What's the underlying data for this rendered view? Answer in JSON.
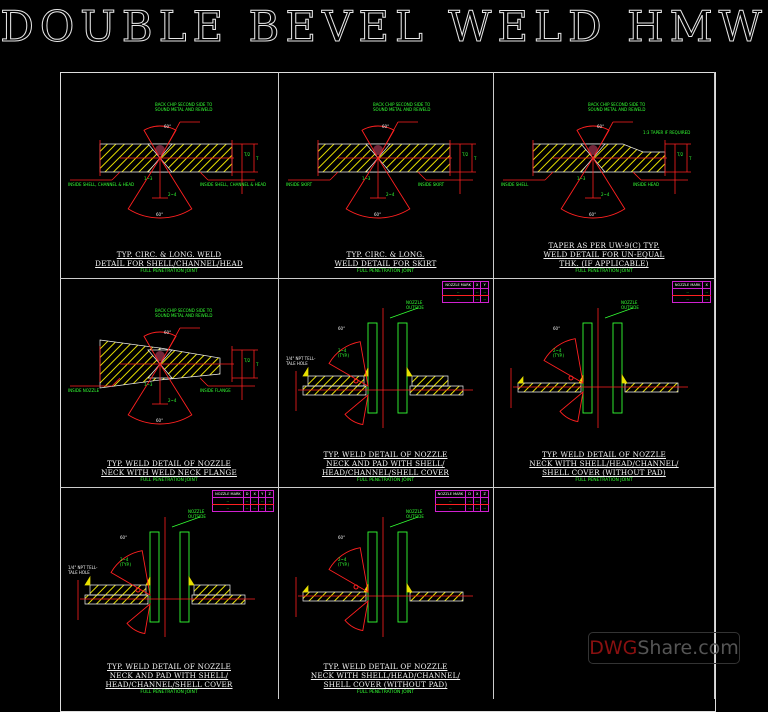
{
  "title": "DOUBLE BEVEL WELD HMW",
  "colors": {
    "weld_lines": "#ff2020",
    "labels": "#33ff33",
    "hatch": "#e8e000",
    "tables": "#d020d0",
    "captions": "#f4f4f4"
  },
  "common": {
    "subtitle": "FULL PENETRATION JOINT",
    "angle": "60°",
    "gap": "2~4",
    "typ": "(TYP.)"
  },
  "panels": [
    {
      "type": "butt",
      "callout": "BACK CHIP SECOND SIDE TO SOUND METAL AND REWELD",
      "left_label": "INSIDE SHELL, CHANNEL & HEAD",
      "right_label": "INSIDE SHELL, CHANNEL & HEAD",
      "dims": [
        "T/2",
        "T",
        "1~3"
      ],
      "caption": [
        "TYP. CIRC. & LONG. WELD",
        "DETAIL FOR SHELL/CHANNEL/HEAD"
      ]
    },
    {
      "type": "butt",
      "callout": "BACK CHIP SECOND SIDE TO SOUND METAL AND REWELD",
      "left_label": "INSIDE SKIRT",
      "right_label": "INSIDE SKIRT",
      "dims": [
        "T/2",
        "T",
        "1~3"
      ],
      "caption": [
        "TYP. CIRC. & LONG.",
        "WELD DETAIL FOR SKIRT"
      ]
    },
    {
      "type": "taper",
      "callout": "BACK CHIP SECOND SIDE TO SOUND METAL AND REWELD",
      "taper": "1:3 TAPER IF REQUIRED",
      "left_label": "INSIDE SHELL",
      "right_label": "INSIDE HEAD",
      "dims": [
        "T/2",
        "T",
        "1~3"
      ],
      "caption": [
        "TAPER AS PER UW-9(C) TYP.",
        "WELD DETAIL FOR UN-EQUAL",
        "THK. (IF APPLICABLE)"
      ]
    },
    {
      "type": "flange",
      "callout": "BACK CHIP SECOND SIDE TO SOUND METAL AND REWELD",
      "left_label": "INSIDE NOZZLE",
      "right_label": "INSIDE FLANGE",
      "dims": [
        "T/2",
        "T",
        "1~3"
      ],
      "caption": [
        "TYP. WELD DETAIL OF NOZZLE",
        "NECK WITH WELD NECK FLANGE"
      ]
    },
    {
      "type": "nozzle_pad",
      "outside": "NOZZLE OUTSIDE",
      "hole": "1/4\" NPT TELL-TALE HOLE",
      "table": {
        "headers": [
          "NOZZLE MARK",
          "X",
          "Y"
        ],
        "rows": [
          [
            "--",
            "--",
            "--"
          ],
          [
            "--",
            "--",
            "--"
          ]
        ]
      },
      "caption": [
        "TYP. WELD DETAIL OF NOZZLE",
        "NECK AND PAD WITH SHELL/",
        "HEAD/CHANNEL/SHELL COVER"
      ]
    },
    {
      "type": "nozzle",
      "outside": "NOZZLE OUTSIDE",
      "table": {
        "headers": [
          "NOZZLE MARK",
          "X"
        ],
        "rows": [
          [
            "--",
            "--"
          ],
          [
            "--",
            "--"
          ]
        ]
      },
      "caption": [
        "TYP. WELD DETAIL OF NOZZLE",
        "NECK WITH SHELL/HEAD/CHANNEL/",
        "SHELL COVER (WITHOUT PAD)"
      ]
    },
    {
      "type": "nozzle_pad",
      "outside": "NOZZLE OUTSIDE",
      "hole": "1/4\" NPT TELL-TALE HOLE",
      "table": {
        "headers": [
          "NOZZLE MARK",
          "D",
          "X",
          "Y",
          "Z"
        ],
        "rows": [
          [
            "--",
            "--",
            "--",
            "--",
            "--"
          ],
          [
            "--",
            "--",
            "--",
            "--",
            "--"
          ]
        ]
      },
      "caption": [
        "TYP. WELD DETAIL OF NOZZLE",
        "NECK AND PAD WITH SHELL/",
        "HEAD/CHANNEL/SHELL COVER"
      ]
    },
    {
      "type": "nozzle",
      "outside": "NOZZLE OUTSIDE",
      "table": {
        "headers": [
          "NOZZLE MARK",
          "D",
          "X",
          "Z"
        ],
        "rows": [
          [
            "--",
            "--",
            "--",
            "--"
          ],
          [
            "--",
            "--",
            "--",
            "--"
          ]
        ]
      },
      "caption": [
        "TYP. WELD DETAIL OF NOZZLE",
        "NECK WITH SHELL/HEAD/CHANNEL/",
        "SHELL COVER (WITHOUT PAD)"
      ]
    }
  ],
  "watermark": {
    "part1": "DWG",
    "part2": "Share.com"
  }
}
